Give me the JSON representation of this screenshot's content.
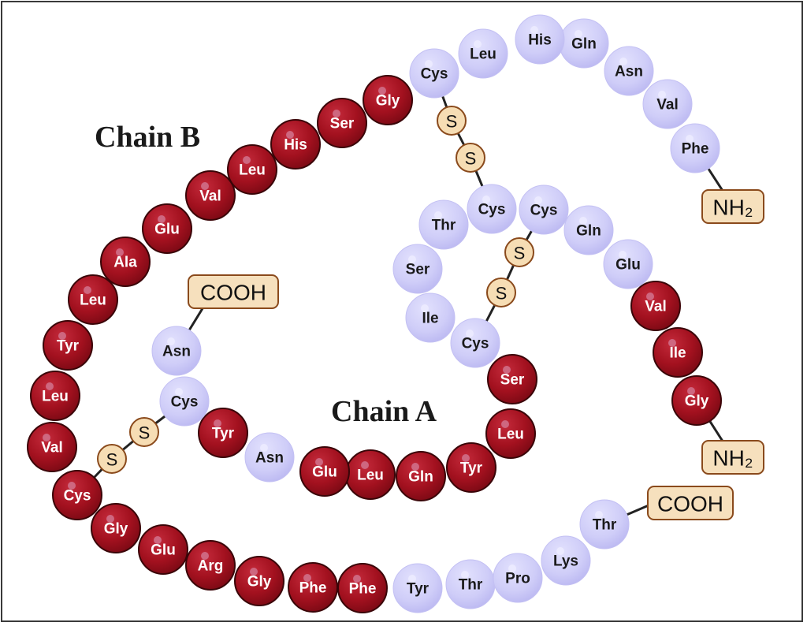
{
  "title": "Insulin structure: Chain A and Chain B with disulfide bridges",
  "colors": {
    "hydrophobic_bead": "#a3111f",
    "polar_bead": "#cfcdf8",
    "sulfur": "#f6ddb4",
    "terminal_box": "#f6e0bd",
    "terminal_border": "#8a4a1c"
  },
  "labels": {
    "chain_a": "Chain A",
    "chain_b": "Chain B"
  },
  "chain_b": {
    "n_terminus": "NH₂",
    "c_terminus": "COOH",
    "residues": [
      {
        "name": "Phe",
        "type": "polar"
      },
      {
        "name": "Val",
        "type": "polar"
      },
      {
        "name": "Asn",
        "type": "polar"
      },
      {
        "name": "Gln",
        "type": "polar"
      },
      {
        "name": "His",
        "type": "polar"
      },
      {
        "name": "Leu",
        "type": "polar"
      },
      {
        "name": "Cys",
        "type": "polar"
      },
      {
        "name": "Gly",
        "type": "red"
      },
      {
        "name": "Ser",
        "type": "red"
      },
      {
        "name": "His",
        "type": "red"
      },
      {
        "name": "Leu",
        "type": "red"
      },
      {
        "name": "Val",
        "type": "red"
      },
      {
        "name": "Glu",
        "type": "red"
      },
      {
        "name": "Ala",
        "type": "red"
      },
      {
        "name": "Leu",
        "type": "red"
      },
      {
        "name": "Tyr",
        "type": "red"
      },
      {
        "name": "Leu",
        "type": "red"
      },
      {
        "name": "Val",
        "type": "red"
      },
      {
        "name": "Cys",
        "type": "red"
      },
      {
        "name": "Gly",
        "type": "red"
      },
      {
        "name": "Glu",
        "type": "red"
      },
      {
        "name": "Arg",
        "type": "red"
      },
      {
        "name": "Gly",
        "type": "red"
      },
      {
        "name": "Phe",
        "type": "red"
      },
      {
        "name": "Phe",
        "type": "red"
      },
      {
        "name": "Tyr",
        "type": "polar"
      },
      {
        "name": "Thr",
        "type": "polar"
      },
      {
        "name": "Pro",
        "type": "polar"
      },
      {
        "name": "Lys",
        "type": "polar"
      },
      {
        "name": "Thr",
        "type": "polar"
      }
    ]
  },
  "chain_a": {
    "n_terminus": "NH₂",
    "c_terminus": "COOH",
    "residues": [
      {
        "name": "Gly",
        "type": "red"
      },
      {
        "name": "Ile",
        "type": "red"
      },
      {
        "name": "Val",
        "type": "red"
      },
      {
        "name": "Glu",
        "type": "polar"
      },
      {
        "name": "Gln",
        "type": "polar"
      },
      {
        "name": "Cys",
        "type": "polar"
      },
      {
        "name": "Cys",
        "type": "polar"
      },
      {
        "name": "Thr",
        "type": "polar"
      },
      {
        "name": "Ser",
        "type": "polar"
      },
      {
        "name": "Ile",
        "type": "polar"
      },
      {
        "name": "Cys",
        "type": "polar"
      },
      {
        "name": "Ser",
        "type": "red"
      },
      {
        "name": "Leu",
        "type": "red"
      },
      {
        "name": "Tyr",
        "type": "red"
      },
      {
        "name": "Gln",
        "type": "red"
      },
      {
        "name": "Leu",
        "type": "red"
      },
      {
        "name": "Glu",
        "type": "red"
      },
      {
        "name": "Asn",
        "type": "polar"
      },
      {
        "name": "Tyr",
        "type": "red"
      },
      {
        "name": "Cys",
        "type": "polar"
      },
      {
        "name": "Asn",
        "type": "polar"
      }
    ]
  },
  "disulfide_bonds": [
    {
      "label": "S-S",
      "atoms": [
        "S",
        "S"
      ],
      "between": "B Cys7 - A Cys7"
    },
    {
      "label": "S-S",
      "atoms": [
        "S",
        "S"
      ],
      "between": "A Cys6 - A Cys11"
    },
    {
      "label": "S-S",
      "atoms": [
        "S",
        "S"
      ],
      "between": "A Cys20 - B Cys19"
    }
  ]
}
